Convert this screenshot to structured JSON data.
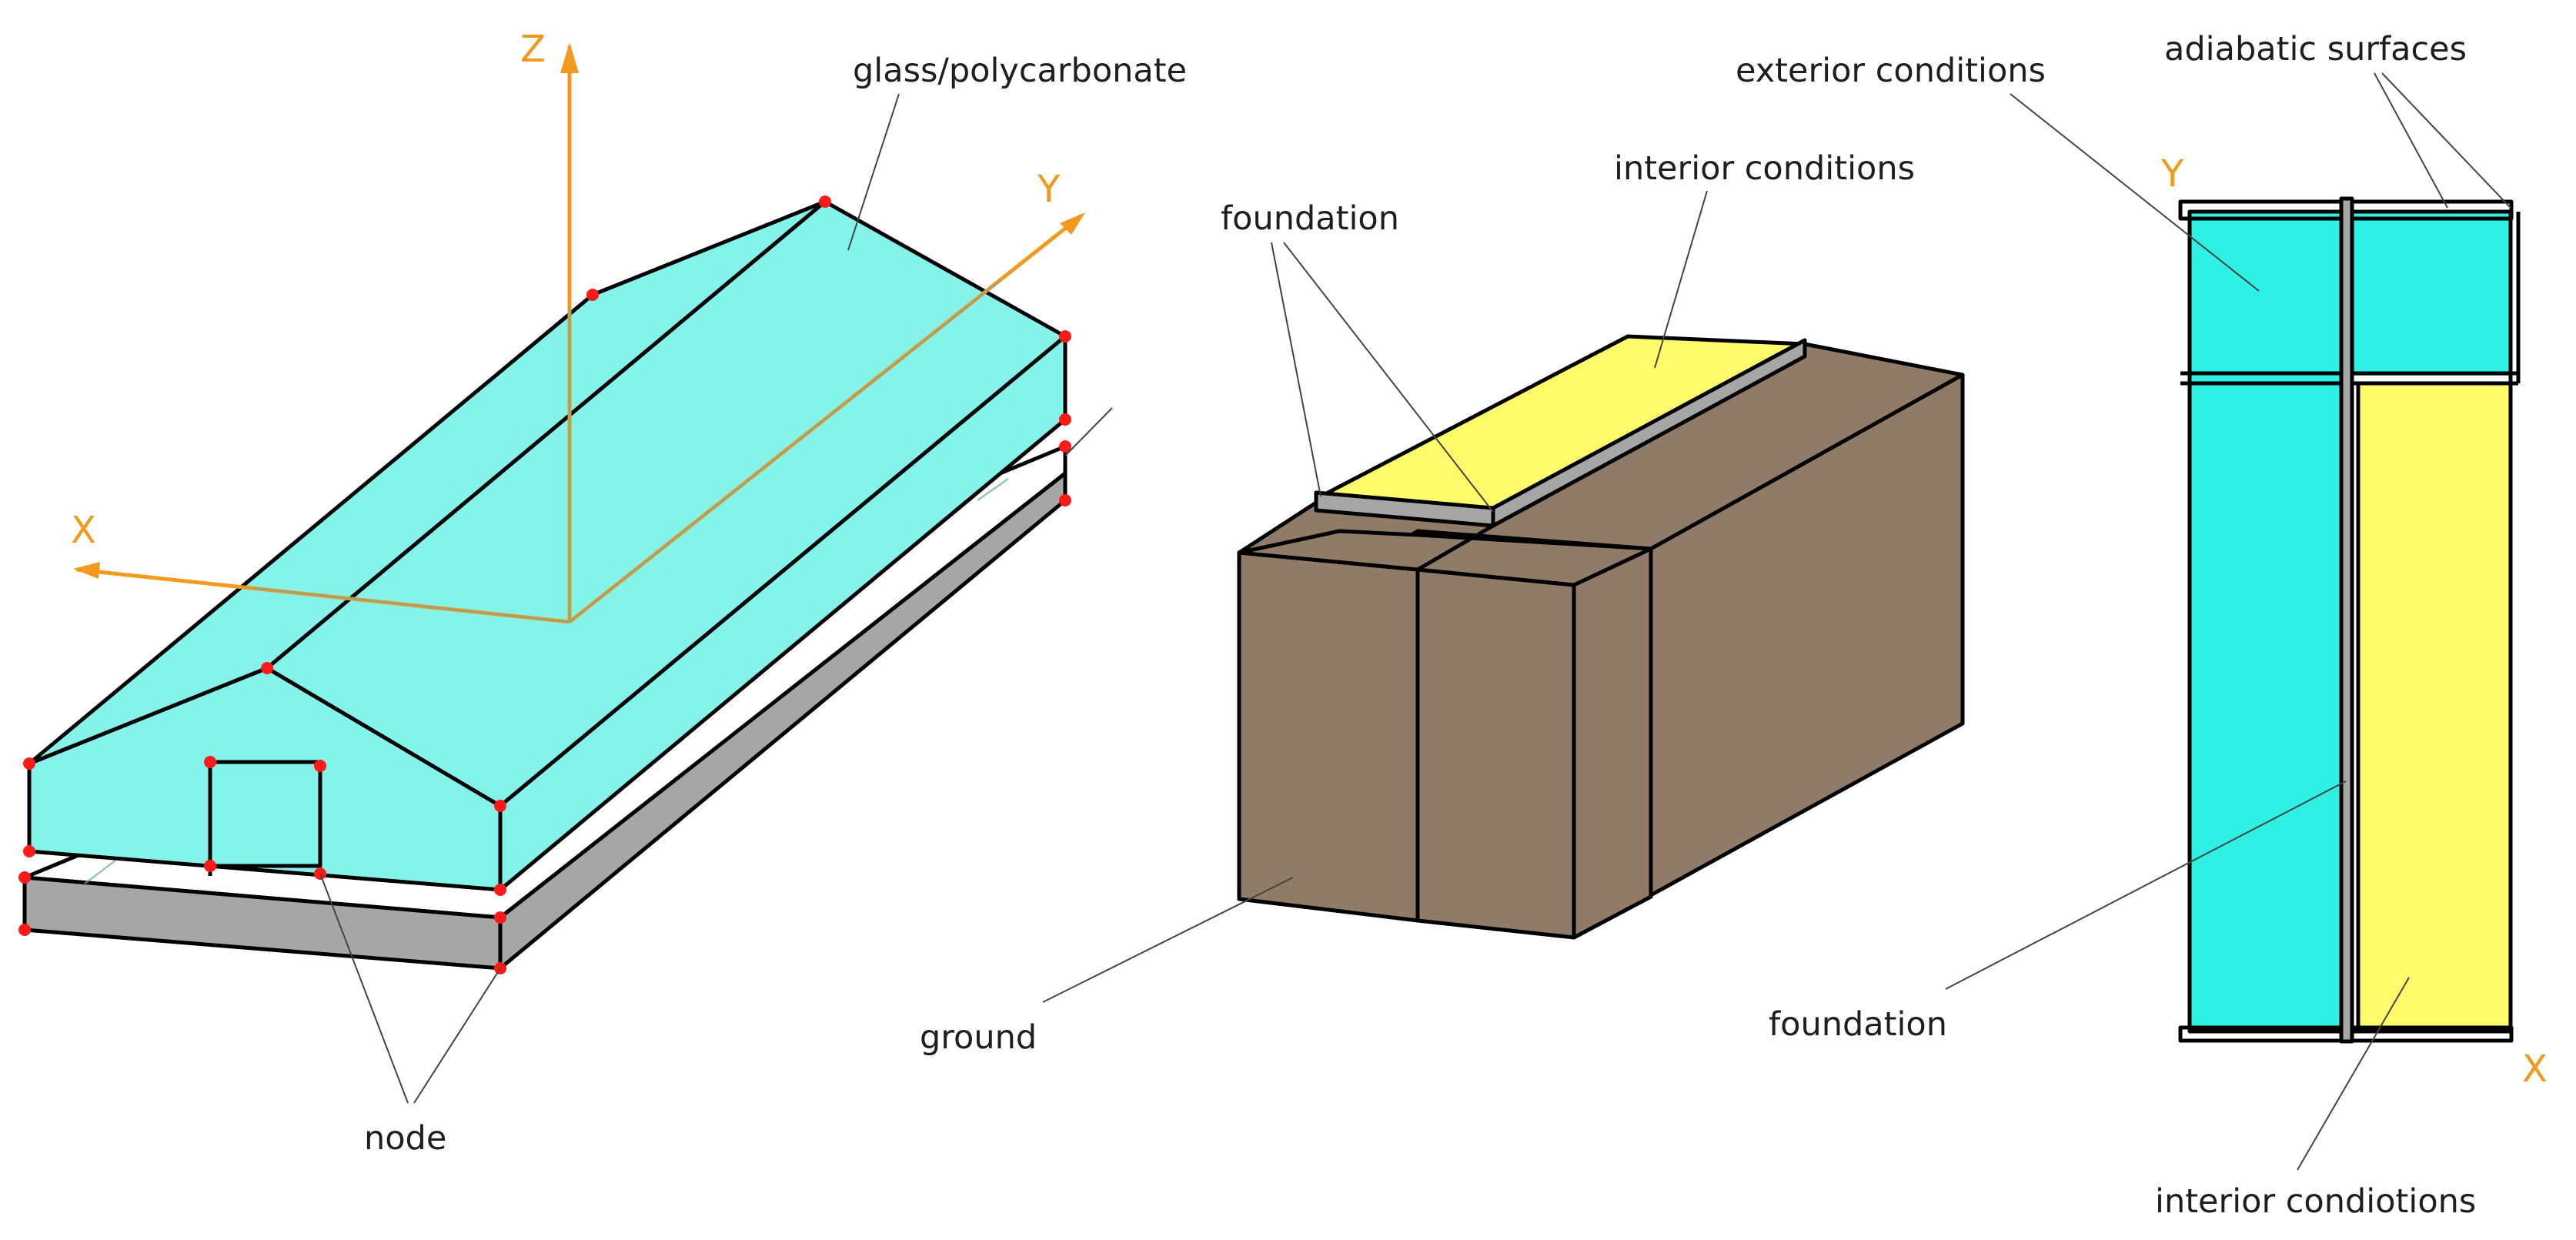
{
  "colors": {
    "glass": "#84f4eb",
    "glass_bright": "#2ef0e4",
    "foundation": "#a6a6a6",
    "ground": "#907b69",
    "interior": "#fffb6b",
    "axis": "#f39a1e",
    "node": "#ff1a1a"
  },
  "greenhouse_view": {
    "axes": {
      "z": "Z",
      "y": "Y",
      "x": "X"
    },
    "labels": {
      "glazing": "glass/polycarbonate",
      "node": "node"
    }
  },
  "ground_view": {
    "labels": {
      "foundation": "foundation",
      "interior": "interior conditions",
      "ground": "ground"
    }
  },
  "plan_view": {
    "axes": {
      "y": "Y",
      "x": "X"
    },
    "labels": {
      "exterior": "exterior conditions",
      "adiabatic": "adiabatic surfaces",
      "foundation": "foundation",
      "interior": "interior condiotions"
    }
  }
}
